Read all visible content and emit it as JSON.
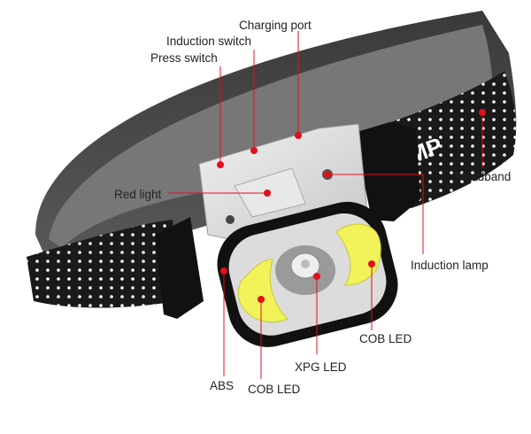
{
  "diagram": {
    "subject": "LED headlamp",
    "band_text": "MP",
    "colors": {
      "callout": "#e0101c",
      "band": "#1a1a1a",
      "band_dots": "#ffffff",
      "cob_led": "#f2f25a",
      "housing": "#111111",
      "panel": "#d8d8d8"
    },
    "labels": {
      "charging_port": "Charging port",
      "induction_switch": "Induction switch",
      "press_switch": "Press switch",
      "red_light": "Red light",
      "headband": "Headband",
      "induction_lamp": "Induction lamp",
      "cob_led_right": "COB LED",
      "xpg_led": "XPG LED",
      "abs": "ABS",
      "cob_led_left": "COB LED"
    }
  }
}
